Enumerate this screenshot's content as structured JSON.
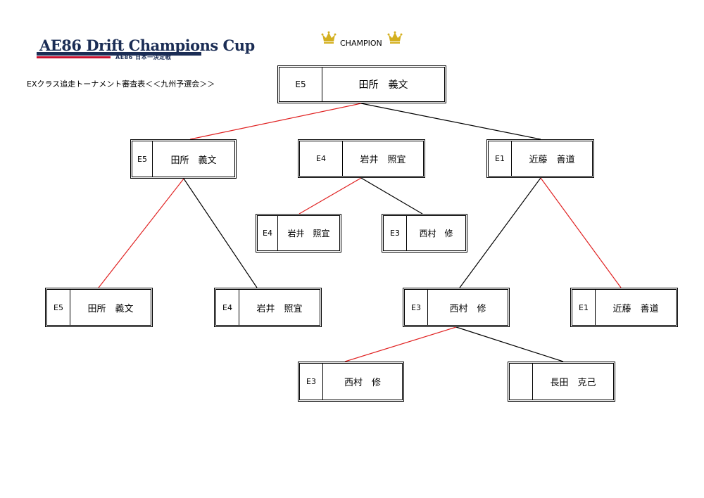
{
  "logo": {
    "title": "AE86 Drift Champions Cup",
    "subtitle": "AE86 日本一決定戦"
  },
  "page": {
    "subtitle": "EXクラス追走トーナメント審査表＜＜九州予選会＞＞",
    "champion_label": "CHAMPION",
    "icons": [
      "crown-icon",
      "crown-icon"
    ]
  },
  "colors": {
    "winner_line": "#e02020",
    "loser_line": "#000000",
    "crown": "#d4b020"
  },
  "bracket": {
    "champion": {
      "seed": "E5",
      "name": "田所　義文"
    },
    "semifinal": [
      {
        "seed": "E5",
        "name": "田所　義文"
      },
      {
        "seed": "E4",
        "name": "岩井　照宜"
      },
      {
        "seed": "E1",
        "name": "近藤　善道"
      }
    ],
    "quarter_mid": [
      {
        "seed": "E4",
        "name": "岩井　照宜"
      },
      {
        "seed": "E3",
        "name": "西村　修"
      }
    ],
    "round1": [
      {
        "seed": "E5",
        "name": "田所　義文"
      },
      {
        "seed": "E4",
        "name": "岩井　照宜"
      },
      {
        "seed": "E3",
        "name": "西村　修"
      },
      {
        "seed": "E1",
        "name": "近藤　善道"
      }
    ],
    "round0": [
      {
        "seed": "E3",
        "name": "西村　修"
      },
      {
        "seed": "",
        "name": "長田　克己"
      }
    ]
  }
}
